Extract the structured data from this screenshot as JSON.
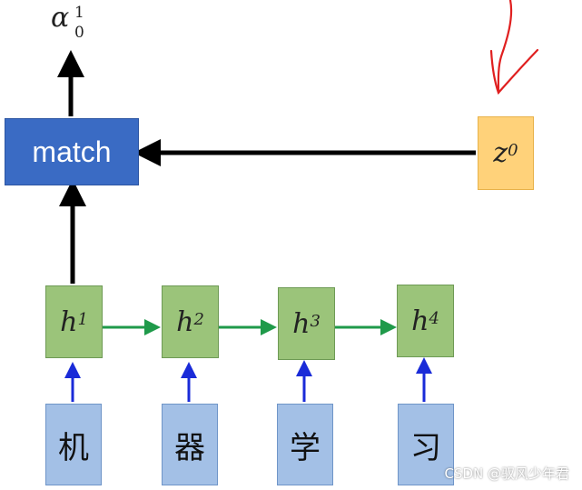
{
  "match_label": "match",
  "output": {
    "symbol": "α",
    "sup": "1",
    "sub": "0"
  },
  "z": {
    "symbol": "z",
    "sup": "0"
  },
  "hidden_states": [
    {
      "symbol": "h",
      "sup": "1"
    },
    {
      "symbol": "h",
      "sup": "2"
    },
    {
      "symbol": "h",
      "sup": "3"
    },
    {
      "symbol": "h",
      "sup": "4"
    }
  ],
  "chars": [
    "机",
    "器",
    "学",
    "习"
  ],
  "watermark": "CSDN @驭风少年君",
  "colors": {
    "match_fill": "#3a6bc4",
    "z_fill": "#ffd27a",
    "hidden_fill": "#9bc47a",
    "input_fill": "#a3c0e6",
    "arrow_black": "#000000",
    "arrow_green": "#1f9a4a",
    "arrow_blue": "#1a2bd8",
    "annotation_red": "#e02020"
  }
}
